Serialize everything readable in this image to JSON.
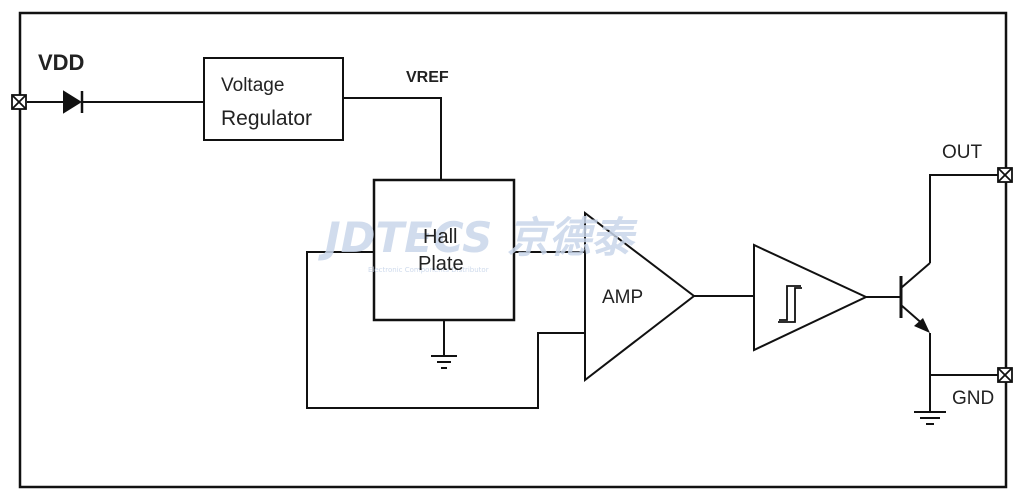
{
  "diagram": {
    "pins": {
      "vdd": "VDD",
      "vref": "VREF",
      "out": "OUT",
      "gnd": "GND"
    },
    "blocks": {
      "voltage_regulator_line1": "Voltage",
      "voltage_regulator_line2": "Regulator",
      "hall_plate_line1": "Hall",
      "hall_plate_line2": "Plate",
      "amp": "AMP"
    },
    "watermark": {
      "logo_text": "JDTECS 京德泰",
      "tagline": "Electronic Components Distributor"
    },
    "colors": {
      "line": "#111111",
      "watermark": "#c9d6ea"
    }
  }
}
